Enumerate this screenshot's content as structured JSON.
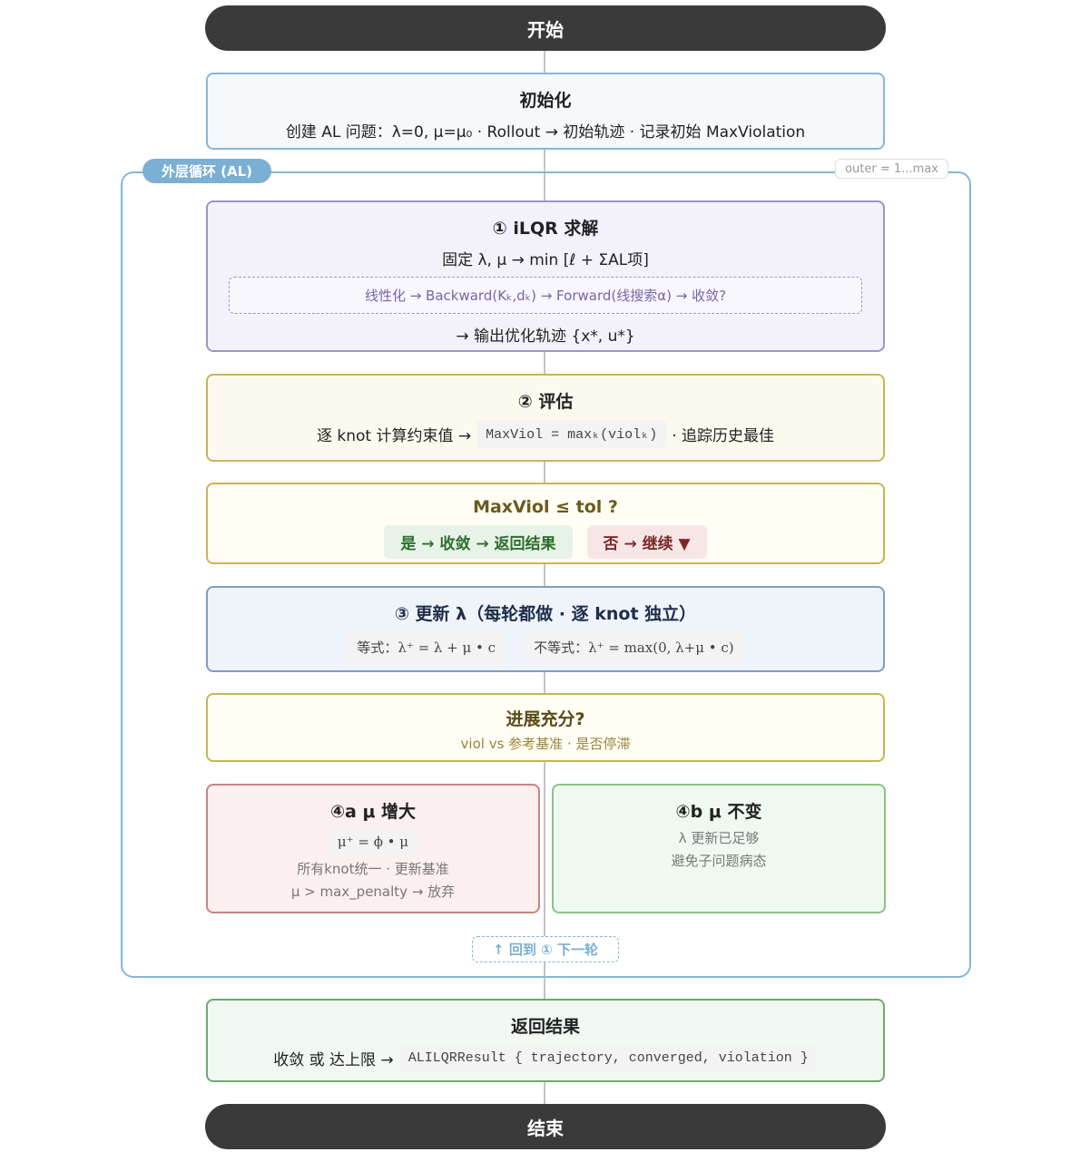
{
  "start": "开始",
  "init": {
    "title": "初始化",
    "text": "创建 AL 问题：λ=0, μ=μ₀ · Rollout → 初始轨迹 · 记录初始 MaxViolation"
  },
  "loop": {
    "label": "外层循环 (AL)",
    "range": "outer = 1...max"
  },
  "ilqr": {
    "title": "① iLQR 求解",
    "line1": "固定 λ, μ → min [ℓ + ΣAL项]",
    "inner": "线性化 → Backward(Kₖ,dₖ) → Forward(线搜索α) → 收敛?",
    "output": "→ 输出优化轨迹 {x*, u*}"
  },
  "eval": {
    "title": "② 评估",
    "prefix": "逐 knot 计算约束值 →",
    "formula": "MaxViol = maxₖ(violₖ)",
    "suffix": "· 追踪历史最佳"
  },
  "decision": {
    "title": "MaxViol ≤ tol ?",
    "yes": "是 → 收敛 → 返回结果",
    "no": "否 → 继续 ▼"
  },
  "update": {
    "title": "③ 更新 λ（每轮都做 · 逐 knot 独立）",
    "eq": "等式：λ⁺ = λ + μ • c",
    "ineq": "不等式：λ⁺ = max(0, λ+μ • c)"
  },
  "progress": {
    "title": "进展充分?",
    "sub": "viol vs 参考基准 · 是否停滞"
  },
  "a": {
    "title": "④a μ 增大",
    "formula": "μ⁺ = ϕ • μ",
    "l1": "所有knot统一 · 更新基准",
    "l2": "μ > max_penalty → 放弃"
  },
  "b": {
    "title": "④b μ 不变",
    "l1": "λ 更新已足够",
    "l2": "避免子问题病态"
  },
  "back": "↑ 回到 ① 下一轮",
  "ret": {
    "title": "返回结果",
    "prefix": "收敛 或 达上限 →",
    "code": "ALILQRResult { trajectory, converged, violation }"
  },
  "end": "结束"
}
